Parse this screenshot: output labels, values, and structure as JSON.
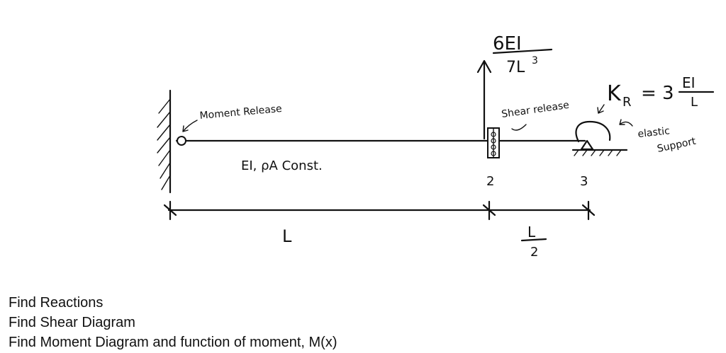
{
  "labels": {
    "moment_release": "Moment Release",
    "beam_props": "EI, ρA  Const.",
    "shear_release": "Shear release",
    "elastic_support_line1": "elastic",
    "elastic_support_line2": "Support",
    "node_2": "2",
    "node_3": "3",
    "span_1": "L",
    "span_2_num": "L",
    "span_2_den": "2",
    "load_num": "6EI",
    "load_den": "7L",
    "load_den_exp": "3",
    "kr_symbol": "K",
    "kr_sub": "R",
    "kr_eq": "= 3",
    "kr_num": "EI",
    "kr_den": "L"
  },
  "tasks": [
    "Find Reactions",
    "Find Shear Diagram",
    "Find Moment Diagram and function of moment, M(x)"
  ]
}
